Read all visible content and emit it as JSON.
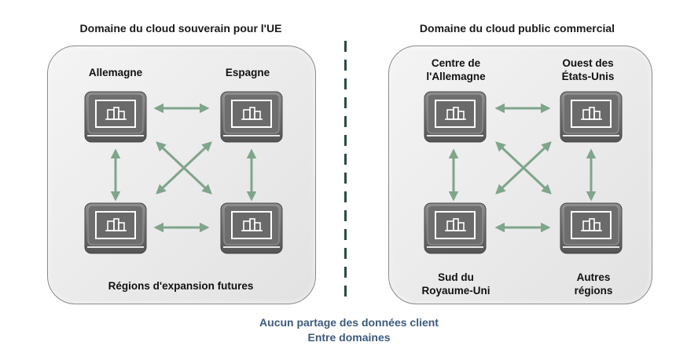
{
  "left": {
    "title": "Domaine du cloud souverain pour l'UE",
    "nodes": [
      "Allemagne",
      "Espagne"
    ],
    "bottom_label": "Régions d'expansion futures"
  },
  "right": {
    "title": "Domaine du cloud public commercial",
    "top_left": [
      "Centre de",
      "l'Allemagne"
    ],
    "top_right": [
      "Ouest des",
      "États-Unis"
    ],
    "bottom_left": [
      "Sud du",
      "Royaume-Uni"
    ],
    "bottom_right": [
      "Autres",
      "régions"
    ]
  },
  "footer": {
    "line1": "Aucun partage des données client",
    "line2": "Entre domaines"
  },
  "colors": {
    "arrow": "#7fa58a",
    "divider": "#2c4b43",
    "footer_text": "#3c5a7c",
    "node_dark": "#6b6b6b"
  },
  "icons": {
    "node": "datacenter-building-icon"
  }
}
